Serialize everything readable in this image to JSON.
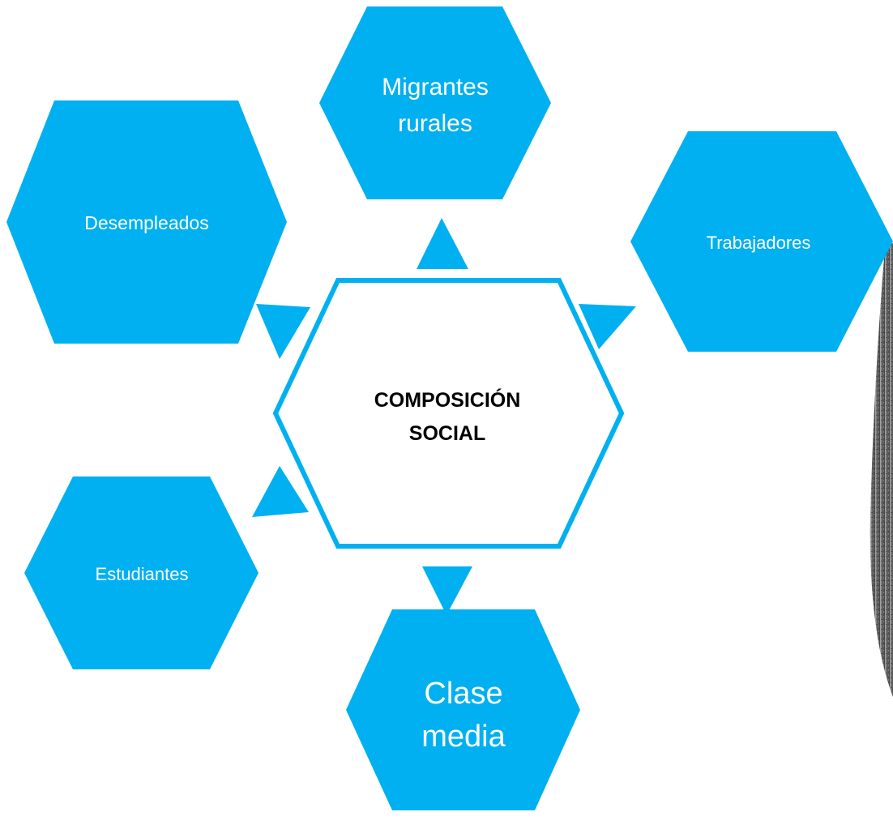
{
  "diagram": {
    "center": {
      "line1": "COMPOSICIÓN",
      "line2": "SOCIAL"
    },
    "nodes": {
      "migrantes": {
        "line1": "Migrantes",
        "line2": "rurales"
      },
      "desempleados": {
        "label": "Desempleados"
      },
      "trabajadores": {
        "label": "Trabajadores"
      },
      "estudiantes": {
        "label": "Estudiantes"
      },
      "clase_media": {
        "line1": "Clase",
        "line2": "media"
      }
    },
    "colors": {
      "fill": "#00B0F0",
      "center_fill": "#ffffff",
      "center_stroke": "#00B0F0"
    }
  }
}
